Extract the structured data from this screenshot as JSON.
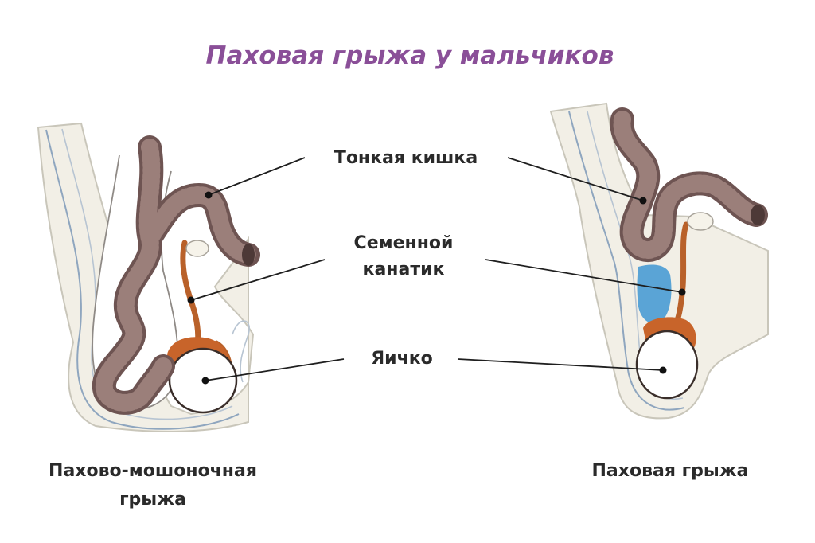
{
  "title": "Паховая грыжа у мальчиков",
  "labels": {
    "small_intestine": "Тонкая кишка",
    "spermatic_cord_line1": "Семенной",
    "spermatic_cord_line2": "канатик",
    "testicle": "Яичко"
  },
  "captions": {
    "left_line1": "Пахово-мошоночная",
    "left_line2": "грыжа",
    "right": "Паховая грыжа"
  },
  "colors": {
    "title": "#8a4f98",
    "intestine": "#6e5452",
    "spermatic_cord": "#b9612a",
    "fluid": "#5aa4d6"
  }
}
